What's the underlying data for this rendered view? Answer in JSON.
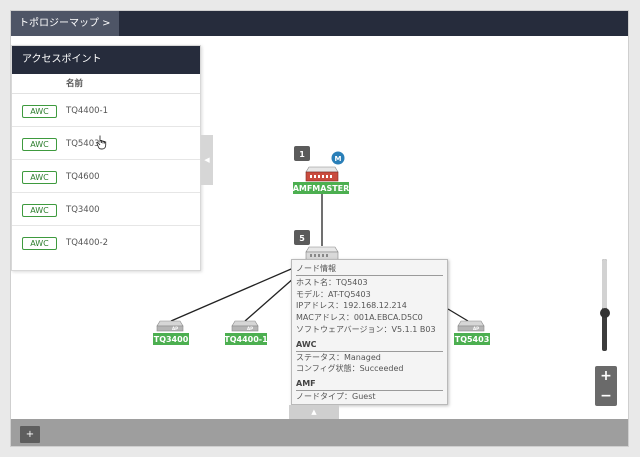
{
  "breadcrumb": {
    "label": "トポロジーマップ >"
  },
  "ap_panel": {
    "title": "アクセスポイント",
    "column_name": "名前",
    "items": [
      {
        "badge": "AWC",
        "name": "TQ4400-1"
      },
      {
        "badge": "AWC",
        "name": "TQ5403"
      },
      {
        "badge": "AWC",
        "name": "TQ4600"
      },
      {
        "badge": "AWC",
        "name": "TQ3400"
      },
      {
        "badge": "AWC",
        "name": "TQ4400-2"
      }
    ],
    "collapse_icon": "◀"
  },
  "topology": {
    "master": {
      "count": "1",
      "label": "AMFMASTER",
      "badge": "M"
    },
    "switch": {
      "count": "5"
    },
    "aps": [
      {
        "label": "TQ3400"
      },
      {
        "label": "TQ4400-1"
      },
      {
        "label": "TQ5403"
      }
    ],
    "ap_icon_text": "AP"
  },
  "tooltip": {
    "heading": "ノード情報",
    "host": "ホスト名：TQ5403",
    "model": "モデル：AT-TQ5403",
    "ip": "IPアドレス：192.168.12.214",
    "mac": "MACアドレス：001A.EBCA.D5C0",
    "software": "ソフトウェアバージョン：V5.1.1 B03",
    "awc_section": "AWC",
    "status": "ステータス：Managed",
    "config": "コンフィグ状態：Succeeded",
    "amf_section": "AMF",
    "node_type": "ノードタイプ：Guest",
    "toggle_icon": "▲"
  },
  "zoom": {
    "in_label": "+",
    "out_label": "−",
    "level": 0.55
  },
  "bottom_bar": {
    "add_label": "+"
  },
  "colors": {
    "navy": "#262c3c",
    "green": "#4caf50",
    "badge_green": "#2c7d2c",
    "master_badge": "#2a7fb8"
  }
}
